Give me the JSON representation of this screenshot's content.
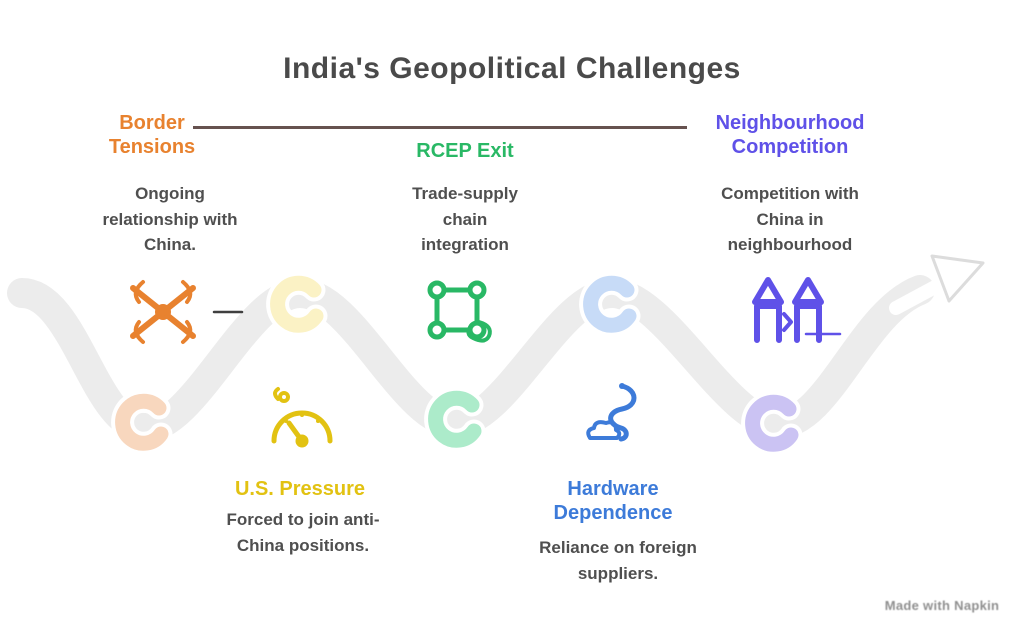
{
  "title": "India's Geopolitical Challenges",
  "watermark": "Made with Napkin",
  "colors": {
    "title": "#4A4A4A",
    "description": "#4F4F4F",
    "road": "#ECECEC",
    "connector_line": "#4B3430",
    "arrow_outline": "#DCDCDC",
    "dash_dark": "#3F3F3F"
  },
  "milestones": [
    {
      "label": "Border Tensions",
      "description": "Ongoing relationship with China.",
      "color": "#E8822F",
      "bend_color": "#F8D7BE",
      "icon": "crossed-swords"
    },
    {
      "label": "RCEP Exit",
      "description": "Trade-supply chain integration",
      "color": "#29B865",
      "bend_color": "#ACEBCA",
      "icon": "trade-network"
    },
    {
      "label": "Neighbourhood Competition",
      "description": "Competition with China in neighbourhood",
      "color": "#5F51E8",
      "bend_color": "#CBC3F3",
      "icon": "rival-figures"
    },
    {
      "label": "U.S. Pressure",
      "description": "Forced to join anti-China positions.",
      "color": "#E2C212",
      "bend_color": "#FBF2C5",
      "icon": "pressure-gauge"
    },
    {
      "label": "Hardware Dependence",
      "description": "Reliance on foreign suppliers.",
      "color": "#3D7BD9",
      "bend_color": "#C7DBF7",
      "icon": "supply-squiggle"
    }
  ]
}
